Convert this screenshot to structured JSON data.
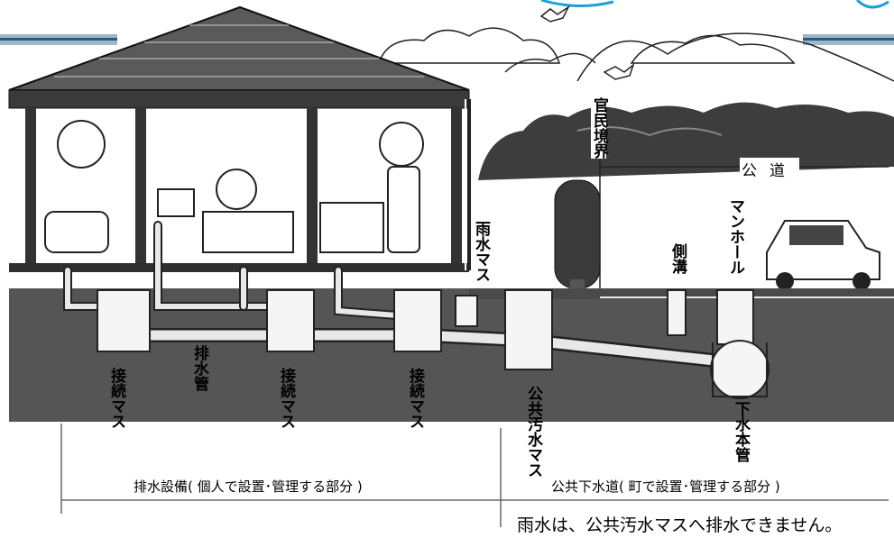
{
  "labels": {
    "boundary": "官民境界",
    "public_road": "公道",
    "rain_basin": "雨水マス",
    "side_ditch": "側溝",
    "manhole": "マンホール",
    "connect_1": "接続マス",
    "connect_2": "接続マス",
    "connect_3": "接続マス",
    "drain_pipe": "排水管",
    "public_sewage_basin": "公共汚水マス",
    "sewer_main": "下水本管",
    "private_section": "排水設備( 個人で設置･管理する部分 )",
    "public_section": "公共下水道( 町で設置･管理する部分 )"
  },
  "note": "雨水は、公共汚水マスへ排水できません。",
  "colors": {
    "ground": "#555555",
    "basin": "#f5f5f5",
    "pipe": "#e8e8e8",
    "line": "#222222"
  }
}
